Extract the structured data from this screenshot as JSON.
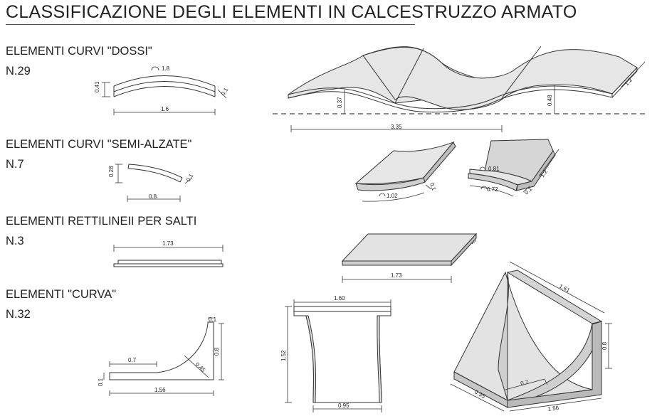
{
  "title": "CLASSIFICAZIONE DEGLI ELEMENTI IN CALCESTRUZZO ARMATO",
  "sections": [
    {
      "label": "ELEMENTI CURVI \"DOSSI\"",
      "count": "N.29"
    },
    {
      "label": "ELEMENTI CURVI \"SEMI-ALZATE\"",
      "count": "N.7"
    },
    {
      "label": "ELEMENTI RETTILINEII PER SALTI",
      "count": "N.3"
    },
    {
      "label": "ELEMENTI \"CURVA\"",
      "count": "N.32"
    }
  ],
  "dims": {
    "dossi": {
      "radius": "1.8",
      "height": "0.41",
      "thickness": "0.1",
      "length": "1.6",
      "iso_h1": "0.37",
      "iso_h2": "0.48",
      "iso_width": "1.2",
      "iso_length": "3.35"
    },
    "semi": {
      "height": "0.28",
      "thickness": "0.1",
      "length": "0.8",
      "iso_a_arc": "1.02",
      "iso_a_th": "0.1",
      "iso_b_top": "0.81",
      "iso_b_arc": "0.72",
      "iso_b_width": "1.2",
      "iso_b_th": "0.1"
    },
    "salti": {
      "length": "1.73",
      "iso_length": "1.73"
    },
    "curva": {
      "top_th": "0.1",
      "flat": "0.7",
      "radius": "0.45",
      "height": "0.8",
      "base_th": "0.1",
      "length": "1.56",
      "front_top": "1.60",
      "front_h": "1.52",
      "front_bottom": "0.95",
      "iso_top": "1.61",
      "iso_h": "0.8",
      "iso_flat": "0.7",
      "iso_width": "0.95",
      "iso_length": "1.56"
    }
  }
}
